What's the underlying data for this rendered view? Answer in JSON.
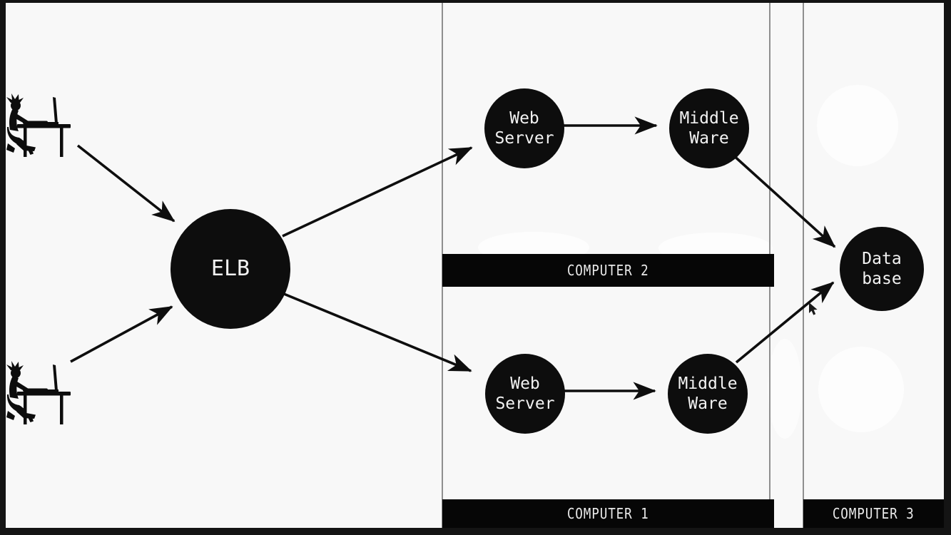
{
  "diagram": {
    "kind": "load-balancer-architecture",
    "nodes": {
      "elb": {
        "label": "ELB"
      },
      "web_server_top": {
        "label": "Web\nServer"
      },
      "middleware_top": {
        "label": "Middle\nWare"
      },
      "web_server_bottom": {
        "label": "Web\nServer"
      },
      "middleware_bottom": {
        "label": "Middle\nWare"
      },
      "database": {
        "label": "Data\nbase"
      }
    },
    "zones": {
      "computer2": {
        "label": "COMPUTER 2"
      },
      "computer1": {
        "label": "COMPUTER 1"
      },
      "computer3": {
        "label": "COMPUTER 3"
      }
    },
    "edges": [
      {
        "from": "user-top",
        "to": "elb"
      },
      {
        "from": "user-bottom",
        "to": "elb"
      },
      {
        "from": "elb",
        "to": "web_server_top"
      },
      {
        "from": "elb",
        "to": "web_server_bottom"
      },
      {
        "from": "web_server_top",
        "to": "middleware_top"
      },
      {
        "from": "web_server_bottom",
        "to": "middleware_bottom"
      },
      {
        "from": "middleware_top",
        "to": "database"
      },
      {
        "from": "middleware_bottom",
        "to": "database"
      }
    ],
    "colors": {
      "node_fill": "#0d0d0d",
      "node_text": "#f2f2f2",
      "zone_bar_fill": "#060606",
      "slide_background": "#f8f8f8",
      "frame_background": "#141414",
      "arrow": "#0e0e0e",
      "divider": "#8f8f8f"
    }
  }
}
